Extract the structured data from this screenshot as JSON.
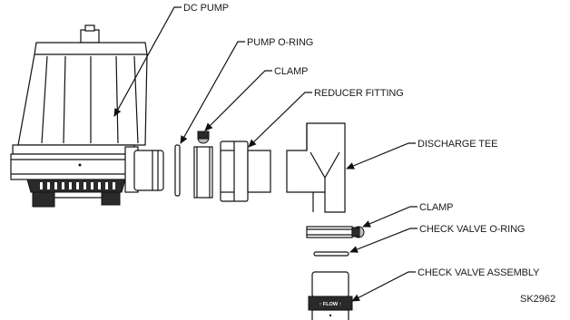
{
  "labels": {
    "dc_pump": "DC PUMP",
    "pump_oring": "PUMP O-RING",
    "clamp_top": "CLAMP",
    "reducer_fitting": "REDUCER FITTING",
    "discharge_tee": "DISCHARGE TEE",
    "clamp_bottom": "CLAMP",
    "check_valve_oring": "CHECK VALVE O-RING",
    "check_valve_assembly": "CHECK VALVE ASSEMBLY",
    "flow_marking": "↑ FLOW ↑"
  },
  "drawing_number": "SK2962"
}
